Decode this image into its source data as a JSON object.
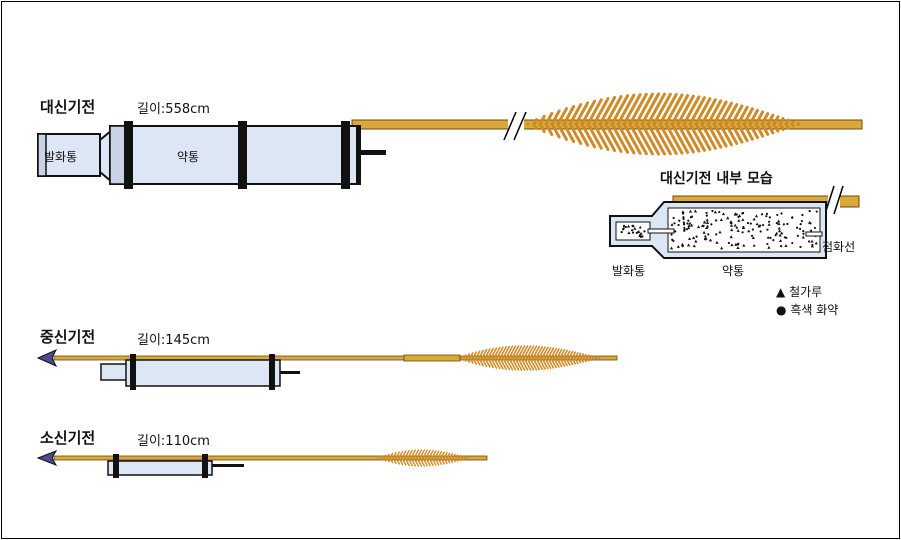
{
  "arrows": [
    {
      "title": "대신기전",
      "length": "길이:558cm",
      "labels": {
        "launch_tube": "발화통",
        "gunpowder_tube": "약통"
      }
    },
    {
      "title": "중신기전",
      "length": "길이:145cm"
    },
    {
      "title": "소신기전",
      "length": "길이:110cm"
    }
  ],
  "inset": {
    "title": "대신기전 내부 모습",
    "labels": {
      "launch_tube": "발화통",
      "gunpowder_tube": "약통",
      "fuse": "점화선"
    },
    "legend": [
      {
        "symbol": "▲",
        "label": "철가루"
      },
      {
        "symbol": "●",
        "label": "흑색 화약"
      }
    ]
  },
  "colors": {
    "tube": "#dde6f4",
    "shaft": "#d9a93a",
    "feather": "#d08a28",
    "head": "#4b4b8f",
    "band": "#111111"
  }
}
